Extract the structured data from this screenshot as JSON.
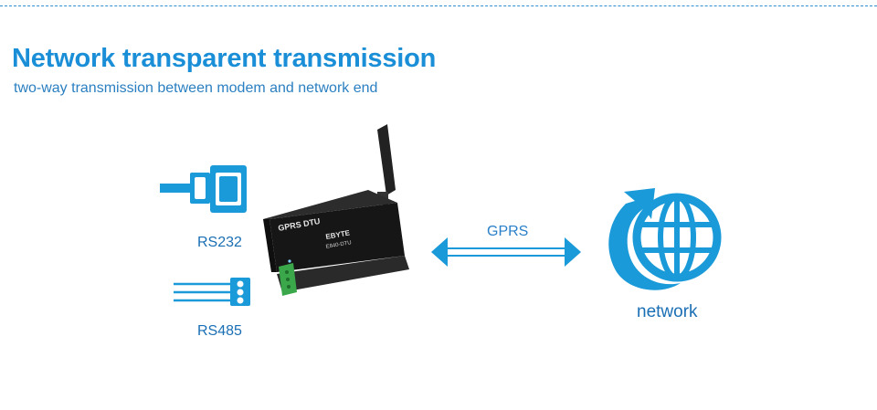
{
  "header": {
    "title": "Network transparent transmission",
    "subtitle": "two-way transmission between modem and network end"
  },
  "labels": {
    "rs232": "RS232",
    "rs485": "RS485",
    "gprs": "GPRS",
    "network": "network"
  },
  "device": {
    "model_label": "GPRS DTU",
    "brand": "EBYTE",
    "model": "E840-DTU"
  },
  "colors": {
    "accent": "#1a8fd7",
    "line": "#1a9ad8",
    "device_body": "#1c1c1c",
    "terminal_green": "#3aa84a"
  }
}
